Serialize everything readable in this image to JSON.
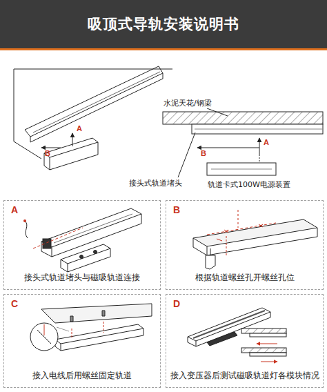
{
  "diagram": {
    "title": "吸顶式导轨安装说明书",
    "nodes": [
      {
        "text": [
          "A",
          "接头式轨道堵头与磁吸轨道连接"
        ]
      },
      {
        "text": [
          "B",
          "根据轨道螺丝孔开螺丝孔位"
        ]
      },
      {
        "text": [
          "C",
          "接入电线后用螺丝固定轨道"
        ]
      },
      {
        "text": [
          "D",
          "接入变压器后测试磁吸轨道灯各模块情况"
        ]
      }
    ],
    "labels": [
      "A",
      "B",
      "水泥天花/钢梁",
      "B",
      "A",
      "接头式轨道堵头",
      "轨道卡式100W电源装置"
    ]
  }
}
